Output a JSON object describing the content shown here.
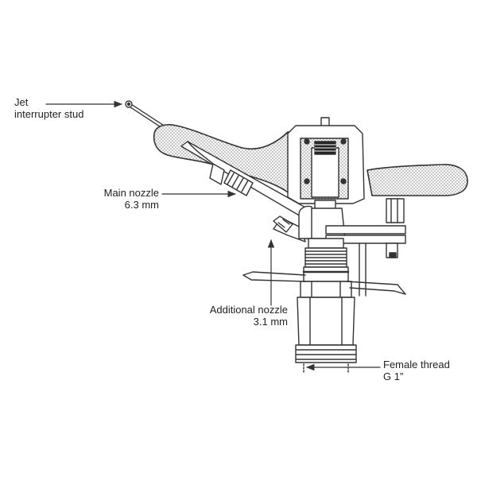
{
  "labels": {
    "jet": {
      "line1": "Jet",
      "line2": "interrupter stud"
    },
    "main_nozzle": {
      "line1": "Main nozzle",
      "line2": "6.3 mm"
    },
    "additional_nozzle": {
      "line1": "Additional nozzle",
      "line2": "3.1 mm"
    },
    "female_thread": {
      "line1": "Female thread",
      "line2": "G 1”"
    }
  },
  "colors": {
    "line": "#333333",
    "stipple": "#7a7a7a",
    "background": "#ffffff"
  }
}
